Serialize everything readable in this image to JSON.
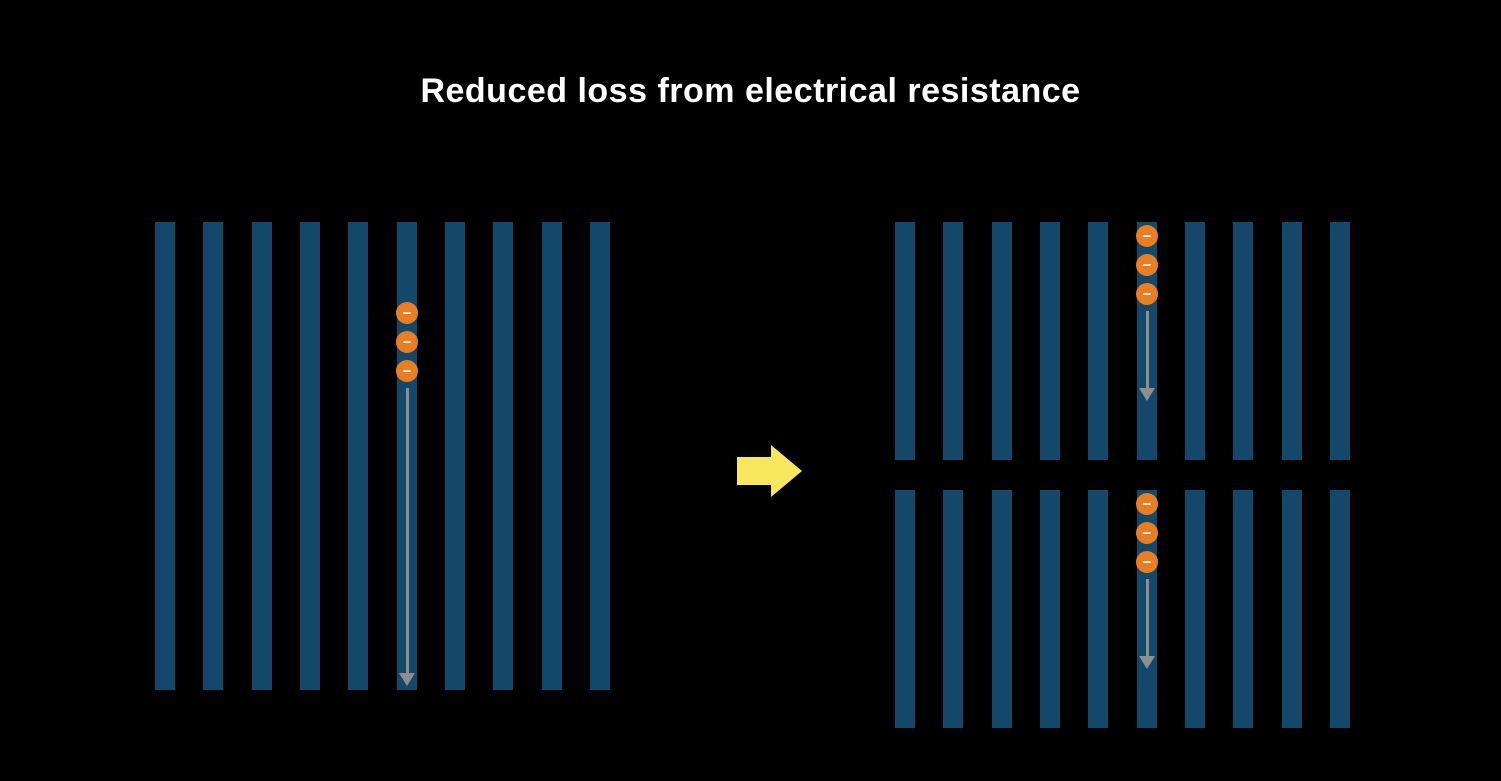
{
  "title": "Reduced loss from electrical resistance",
  "colors": {
    "background": "#000000",
    "bar": "#14486b",
    "electron": "#e97e24",
    "electron_symbol": "#ffffff",
    "flow_arrow": "#8e8e8e",
    "transition_arrow": "#f7e75f",
    "title_text": "#ffffff"
  },
  "left_cell": {
    "bar_count": 10,
    "electrons": 3,
    "electron_symbol": "−"
  },
  "right_cell_top": {
    "bar_count": 10,
    "electrons": 3,
    "electron_symbol": "−"
  },
  "right_cell_bottom": {
    "bar_count": 10,
    "electrons": 3,
    "electron_symbol": "−"
  }
}
